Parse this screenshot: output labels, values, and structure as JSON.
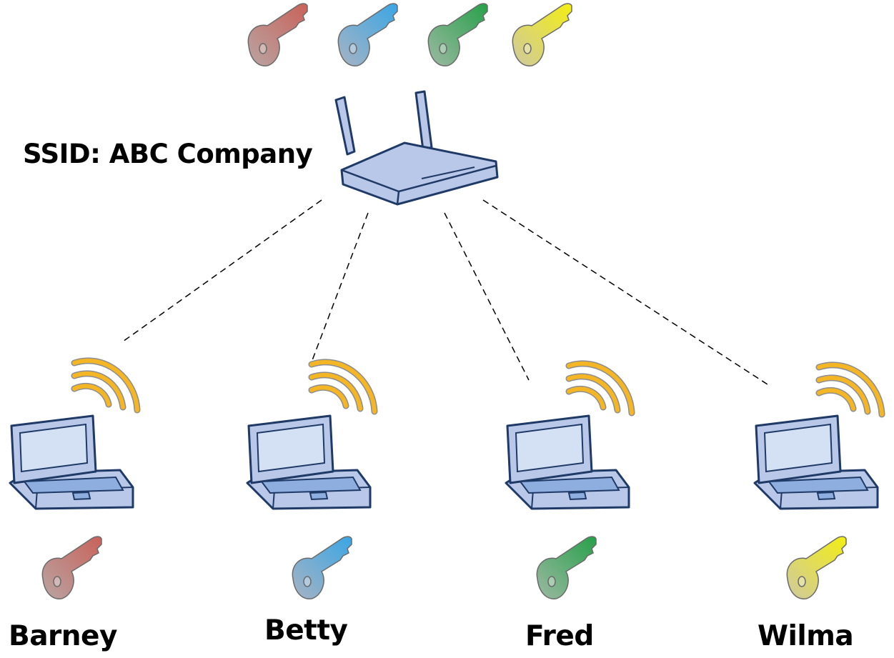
{
  "network": {
    "ssid_label": "SSID: ABC Company"
  },
  "access_point": {
    "keys": [
      {
        "color": "red",
        "base": "#b9a4a2",
        "tip": "#c9625a"
      },
      {
        "color": "blue",
        "base": "#a7b3c4",
        "tip": "#3aa6e4"
      },
      {
        "color": "green",
        "base": "#9cb9a2",
        "tip": "#27a04a"
      },
      {
        "color": "yellow",
        "base": "#cfc9a0",
        "tip": "#f3ee13"
      }
    ]
  },
  "clients": [
    {
      "name": "Barney",
      "key_color": "red"
    },
    {
      "name": "Betty",
      "key_color": "blue"
    },
    {
      "name": "Fred",
      "key_color": "green"
    },
    {
      "name": "Wilma",
      "key_color": "yellow"
    }
  ],
  "colors": {
    "device_fill": "#b9c8e8",
    "device_stroke": "#1f3a66",
    "screen": "#d4e0f4",
    "wave": "#f5b625",
    "link_line": "#000000"
  }
}
